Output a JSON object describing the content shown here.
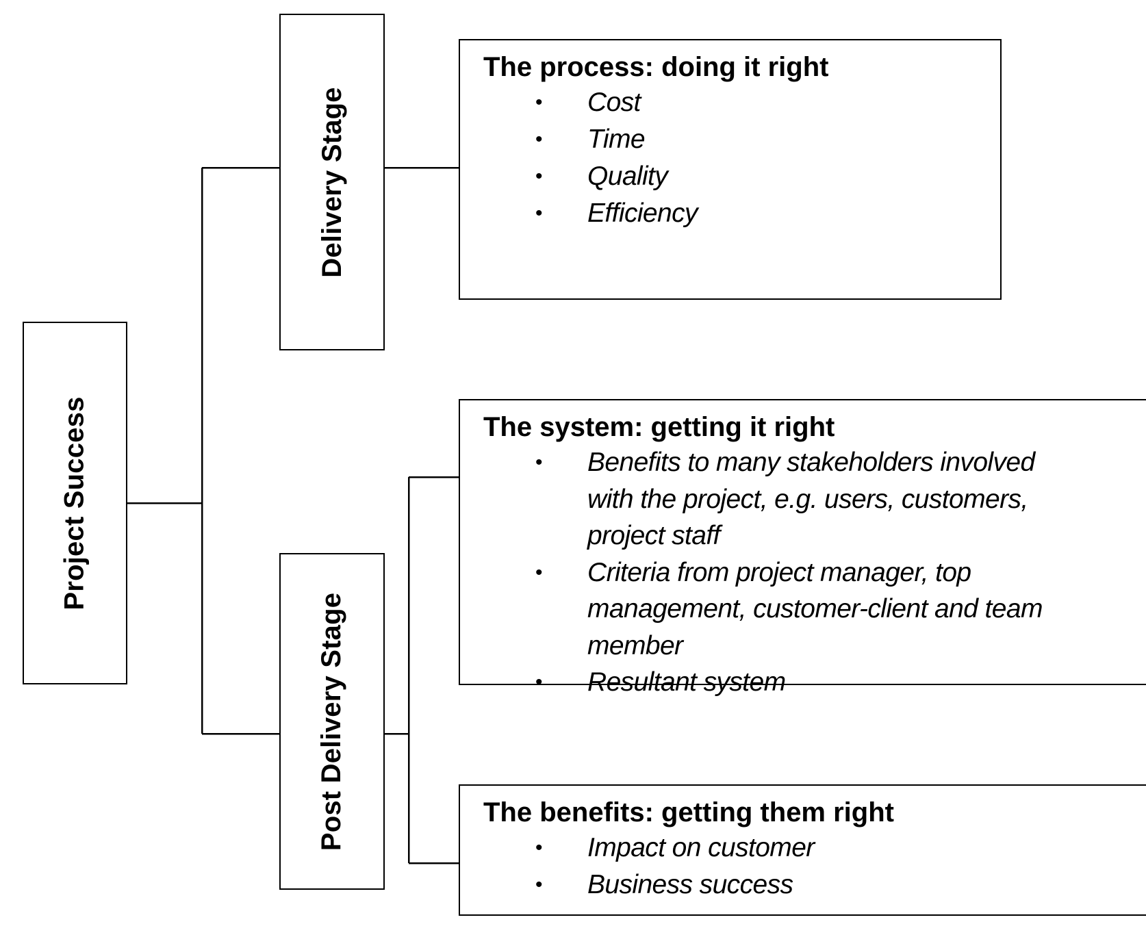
{
  "diagram": {
    "root": {
      "label": "Project Success"
    },
    "stages": [
      {
        "label": "Delivery Stage"
      },
      {
        "label": "Post Delivery Stage"
      }
    ],
    "groups": [
      {
        "title": "The process: doing it right",
        "items": [
          "Cost",
          "Time",
          "Quality",
          "Efficiency"
        ]
      },
      {
        "title": "The system: getting it right",
        "items": [
          "Benefits to many stakeholders involved with the project, e.g. users, customers, project staff",
          "Criteria from project manager, top management, customer-client and team member",
          "Resultant system"
        ]
      },
      {
        "title": "The benefits: getting them right",
        "items": [
          "Impact on customer",
          "Business success"
        ]
      }
    ],
    "bullet_glyph": "•"
  }
}
